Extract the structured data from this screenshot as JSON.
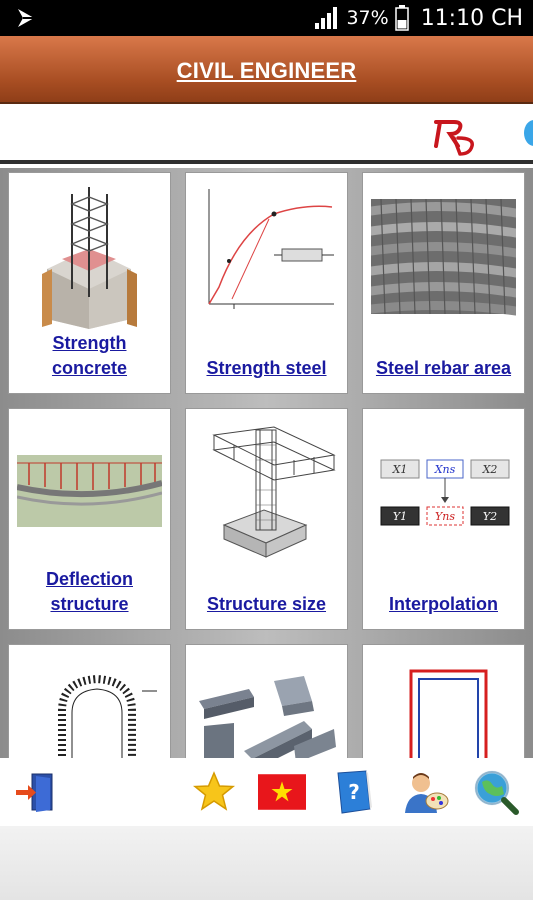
{
  "status_bar": {
    "battery_percent": "37%",
    "time": "11:10 CH",
    "icons": [
      "app-logo-icon",
      "signal-icon",
      "battery-icon"
    ]
  },
  "header": {
    "title": "CIVIL ENGINEER",
    "color": "#a74d22"
  },
  "grid": {
    "items": [
      {
        "label": "Strength concrete",
        "icon": "concrete-column-icon"
      },
      {
        "label": "Strength steel",
        "icon": "stress-strain-graph-icon"
      },
      {
        "label": "Steel rebar area",
        "icon": "rebar-bundle-icon"
      },
      {
        "label": "Deflection structure",
        "icon": "deflection-beam-icon"
      },
      {
        "label": "Structure size",
        "icon": "column-beam-frame-icon"
      },
      {
        "label": "Interpolation",
        "icon": "interpolation-diagram-icon"
      },
      {
        "label": "",
        "icon": "arch-section-icon"
      },
      {
        "label": "",
        "icon": "steel-profiles-icon"
      },
      {
        "label": "",
        "icon": "frame-section-icon"
      }
    ],
    "interp_labels": {
      "x1": "X1",
      "xns": "Xns",
      "x2": "X2",
      "y1": "Y1",
      "yns": "Yns",
      "y2": "Y2"
    },
    "label_color": "#1a1aa0"
  },
  "toolbar": {
    "items": [
      "exit-door-icon",
      "favorite-star-icon",
      "vietnam-flag-icon",
      "help-book-icon",
      "user-art-icon",
      "search-globe-icon"
    ]
  }
}
